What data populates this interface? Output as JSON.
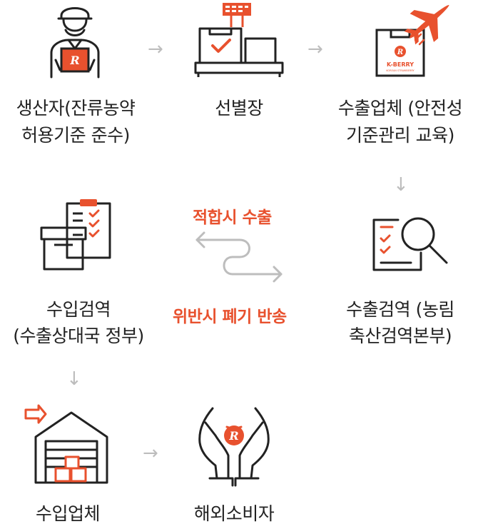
{
  "nodes": {
    "producer": {
      "line1": "생산자(잔류농약",
      "line2": "허용기준 준수)"
    },
    "sorting": {
      "line1": "선별장"
    },
    "exporter": {
      "line1": "수출업체 (안전성",
      "line2": "기준관리 교육)"
    },
    "import_insp": {
      "line1": "수입검역",
      "line2": "(수출상대국 정부)"
    },
    "export_insp": {
      "line1": "수출검역 (농림",
      "line2": "축산검역본부)"
    },
    "importer": {
      "line1": "수입업체"
    },
    "consumer": {
      "line1": "해외소비자"
    }
  },
  "flow": {
    "pass_label": "적합시 수출",
    "fail_label": "위반시 폐기 반송"
  },
  "logo_text": {
    "brand": "K-BERRY",
    "sub": "KOREAN STRAWBERRY"
  },
  "colors": {
    "accent": "#e8512e",
    "ink": "#222222",
    "arrow": "#bdbdbd"
  }
}
